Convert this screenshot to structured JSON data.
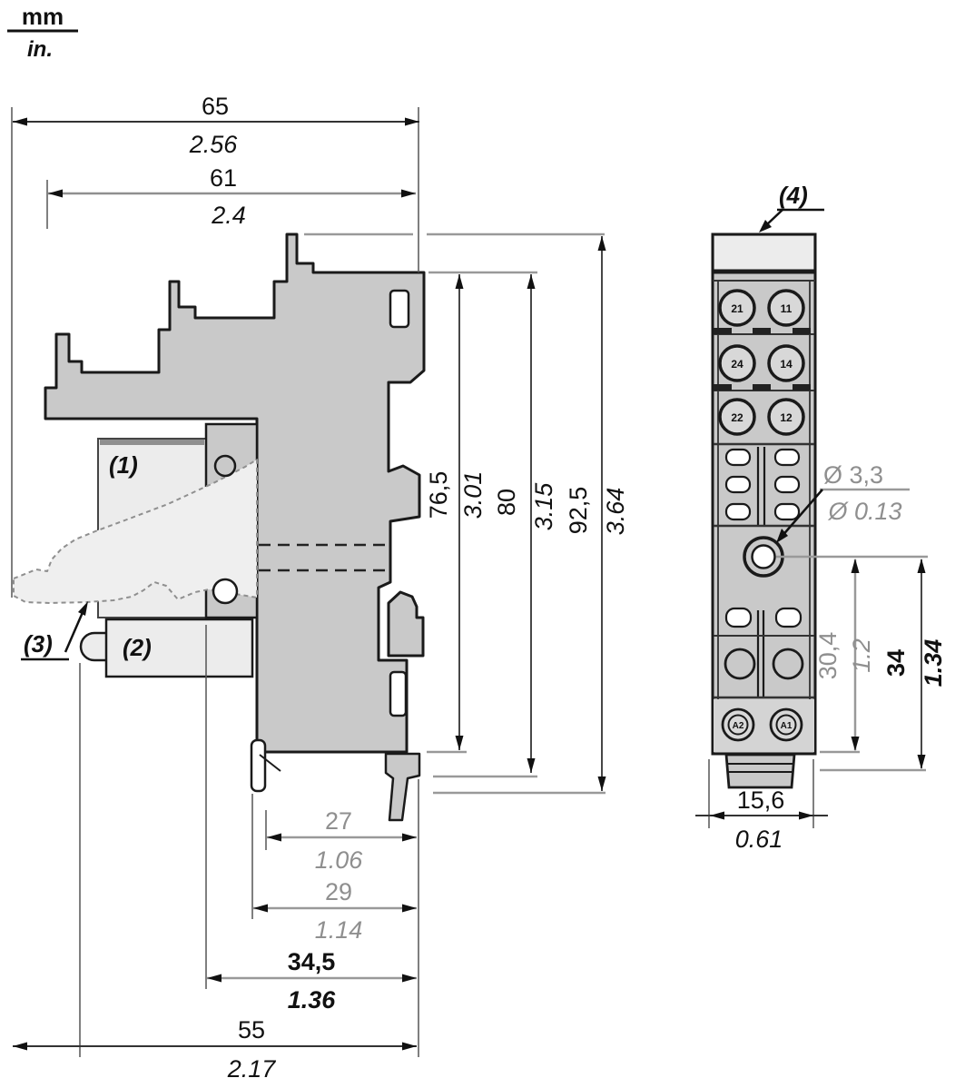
{
  "legend": {
    "mm": "mm",
    "inch": "in."
  },
  "part_labels": {
    "p1": "(1)",
    "p2": "(2)",
    "p3": "(3)",
    "p4": "(4)"
  },
  "dims": {
    "w65": {
      "mm": "65",
      "inch": "2.56"
    },
    "w61": {
      "mm": "61",
      "inch": "2.4"
    },
    "h76_5": {
      "mm": "76,5",
      "inch": "3.01"
    },
    "h80": {
      "mm": "80",
      "inch": "3.15"
    },
    "h92_5": {
      "mm": "92,5",
      "inch": "3.64"
    },
    "w27": {
      "mm": "27",
      "inch": "1.06"
    },
    "w29": {
      "mm": "29",
      "inch": "1.14"
    },
    "w34_5": {
      "mm": "34,5",
      "inch": "1.36"
    },
    "w55": {
      "mm": "55",
      "inch": "2.17"
    },
    "hole": {
      "mm": "Ø 3,3",
      "inch": "Ø 0.13"
    },
    "h30_4": {
      "mm": "30,4",
      "inch": "1.2"
    },
    "h34": {
      "mm": "34",
      "inch": "1.34"
    },
    "w15_6": {
      "mm": "15,6",
      "inch": "0.61"
    }
  },
  "front_view": {
    "terminal_rows": [
      {
        "left": "21",
        "right": "11"
      },
      {
        "left": "24",
        "right": "14"
      },
      {
        "left": "22",
        "right": "12"
      }
    ],
    "coil_terminals": {
      "left": "A2",
      "right": "A1"
    }
  },
  "colors": {
    "body": "#c9c9c9",
    "light_part": "#ececec",
    "outline": "#1a1a1a",
    "dim_gray": "#8f8f8f",
    "dim_black": "#111111"
  }
}
